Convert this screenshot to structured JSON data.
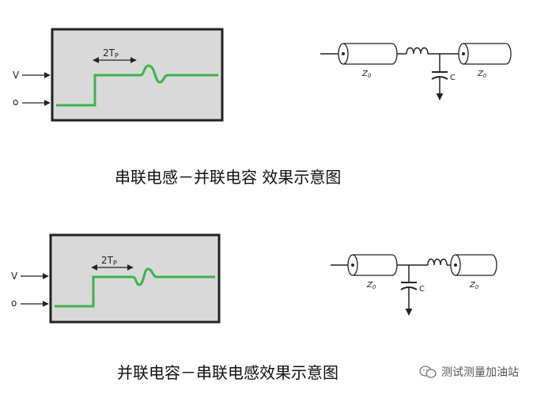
{
  "diagram1": {
    "tdr": {
      "time_label": "2T",
      "time_sub": "P",
      "v_label": "V",
      "o_label": "o"
    },
    "circuit": {
      "z_left": "Z",
      "z_left_sub": "0",
      "z_right": "Z",
      "z_right_sub": "0",
      "c_label": "C"
    },
    "caption": "串联电感－并联电容  效果示意图"
  },
  "diagram2": {
    "tdr": {
      "time_label": "2T",
      "time_sub": "P",
      "v_label": "V",
      "o_label": "o"
    },
    "circuit": {
      "z_left": "Z",
      "z_left_sub": "0",
      "z_right": "Z",
      "z_right_sub": "0",
      "c_label": "C"
    },
    "caption": "并联电容－串联电感效果示意图"
  },
  "watermark": {
    "text": "测试测量加油站"
  },
  "colors": {
    "trace": "#3cb44a",
    "screen": "#d9d9d9",
    "frame": "#222222"
  }
}
